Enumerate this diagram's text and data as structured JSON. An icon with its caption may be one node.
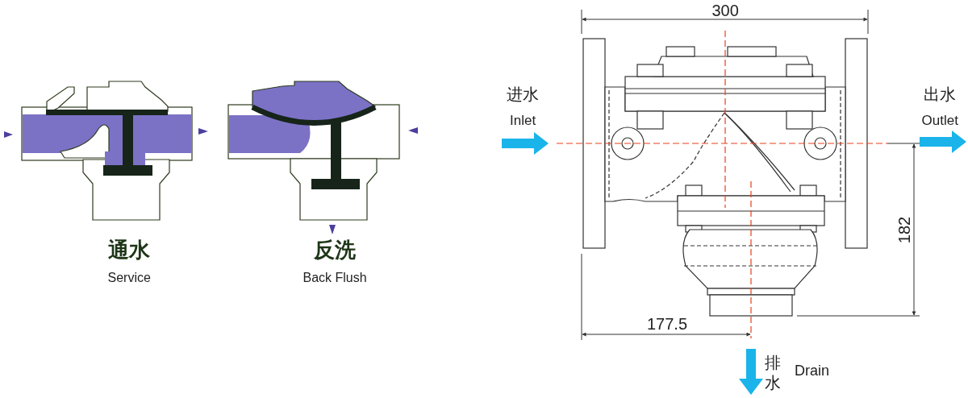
{
  "diagram": {
    "labels": [
      "通水",
      "Service",
      "反洗",
      "Back Flush",
      "300",
      "进水",
      "Inlet",
      "出水",
      "Outlet",
      "182",
      "177.5",
      "排水",
      "Drain"
    ]
  }
}
